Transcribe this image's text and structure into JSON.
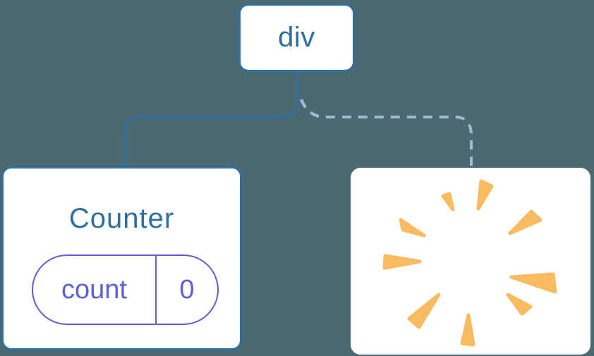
{
  "tree": {
    "root": {
      "label": "div"
    },
    "counter": {
      "title": "Counter",
      "state_key": "count",
      "state_value": "0"
    },
    "removed": {
      "icon": "poof-starburst-icon"
    }
  },
  "colors": {
    "background": "#4C6972",
    "node_fill": "#FFFFFF",
    "node_border": "#2F70A1",
    "node_text": "#2D6F9D",
    "state_color": "#5D5FD9",
    "solid_edge": "#2F70A1",
    "dashed_edge": "#9BBDD8",
    "poof": "#F9BA60"
  }
}
